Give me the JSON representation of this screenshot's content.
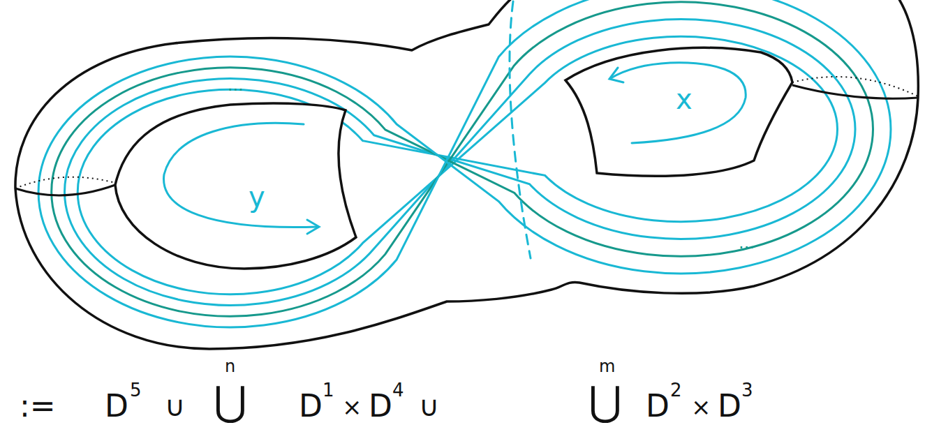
{
  "diagram": {
    "labels": [
      "...",
      "...",
      "y",
      "x",
      ":=",
      "D",
      "5",
      "∪",
      "n",
      "⋃",
      "D",
      "1",
      "×",
      "D",
      "4",
      "∪",
      "m",
      "⋃",
      "D",
      "2",
      "×",
      "D",
      "3"
    ]
  }
}
